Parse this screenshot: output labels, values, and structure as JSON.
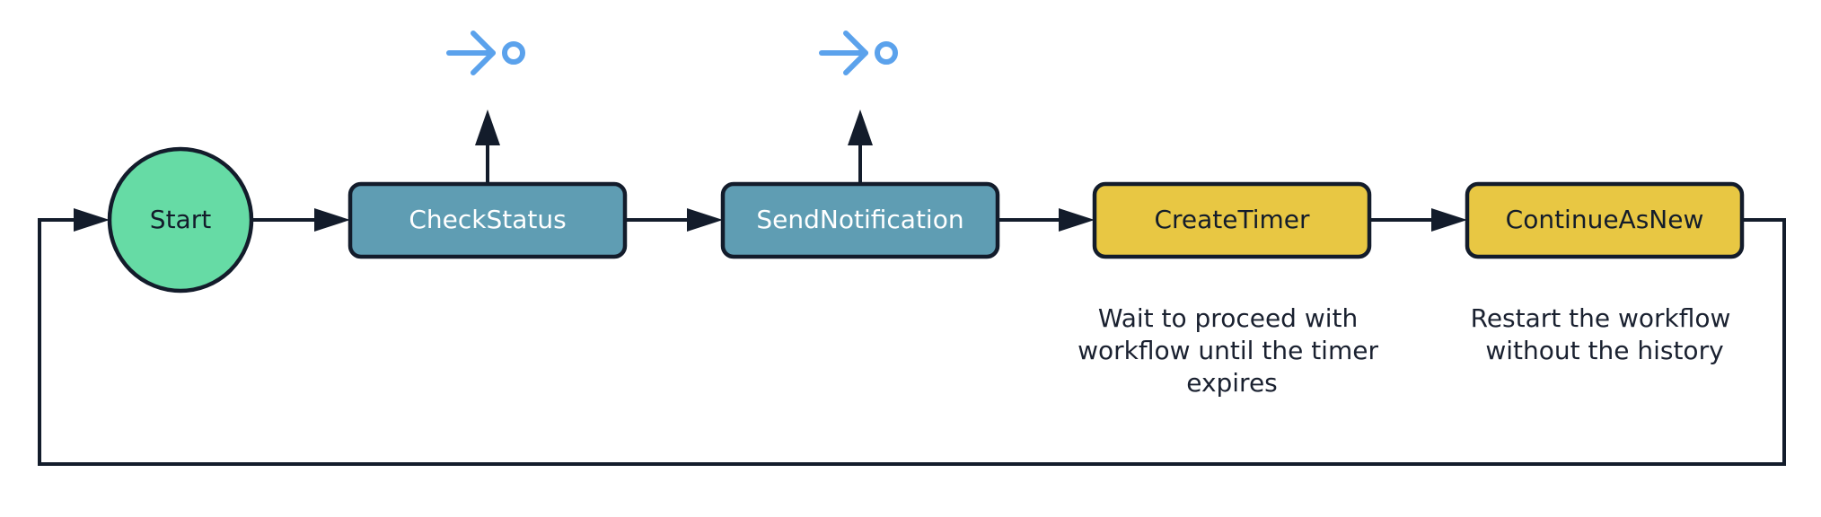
{
  "diagram": {
    "colors": {
      "stroke": "#131c2b",
      "start_fill": "#66dba5",
      "activity_fill": "#5f9db3",
      "command_fill": "#e8c743",
      "activity_text": "#ffffff",
      "dark_text": "#131c2b",
      "external_icon": "#5ba2ec",
      "background": "#ffffff"
    },
    "nodes": {
      "start": {
        "label": "Start"
      },
      "check_status": {
        "label": "CheckStatus"
      },
      "send_notification": {
        "label": "SendNotification"
      },
      "create_timer": {
        "label": "CreateTimer",
        "description": [
          "Wait to proceed with",
          "workflow until the timer",
          "expires"
        ]
      },
      "continue_as_new": {
        "label": "ContinueAsNew",
        "description": [
          "Restart the workflow",
          "without the history"
        ]
      }
    },
    "icons": {
      "external_call": "arrow-to-circle-icon"
    }
  }
}
